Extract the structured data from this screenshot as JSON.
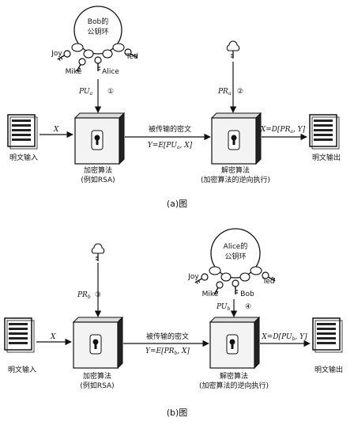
{
  "panel_a": {
    "keyring_title": "Bob的",
    "keyring_subtitle": "公钥环",
    "keys": [
      "Joy",
      "Ted",
      "Mike",
      "Alice"
    ],
    "enc_key": "PU",
    "enc_key_sub": "a",
    "enc_step": "①",
    "dec_key": "PR",
    "dec_key_sub": "a",
    "dec_step": "②",
    "input_symbol": "X",
    "channel_label": "被传输的密文",
    "cipher_formula": "Y=E[PU",
    "cipher_formula_sub": "a",
    "cipher_formula_end": ", X]",
    "output_formula": "X=D[PR",
    "output_formula_sub": "a",
    "output_formula_end": ", Y]",
    "plaintext_input": "明文输入",
    "plaintext_output": "明文输出",
    "enc_algo": "加密算法",
    "enc_algo_example": "(例如RSA)",
    "dec_algo": "解密算法",
    "dec_algo_note": "(加密算法的逆向执行)",
    "caption": "(a)图"
  },
  "panel_b": {
    "keyring_title": "Alice的",
    "keyring_subtitle": "公钥环",
    "keys": [
      "Joy",
      "Ted",
      "Mike",
      "Bob"
    ],
    "enc_key": "PR",
    "enc_key_sub": "b",
    "enc_step": "③",
    "dec_key": "PU",
    "dec_key_sub": "b",
    "dec_step": "④",
    "input_symbol": "X",
    "channel_label": "被传输的密文",
    "cipher_formula": "Y=E[PR",
    "cipher_formula_sub": "b",
    "cipher_formula_end": ", X]",
    "output_formula": "X=D[PU",
    "output_formula_sub": "b",
    "output_formula_end": ", Y]",
    "plaintext_input": "明文输入",
    "plaintext_output": "明文输出",
    "enc_algo": "加密算法",
    "enc_algo_example": "(例如RSA)",
    "dec_algo": "解密算法",
    "dec_algo_note": "(加密算法的逆向执行)",
    "caption": "(b)图"
  }
}
